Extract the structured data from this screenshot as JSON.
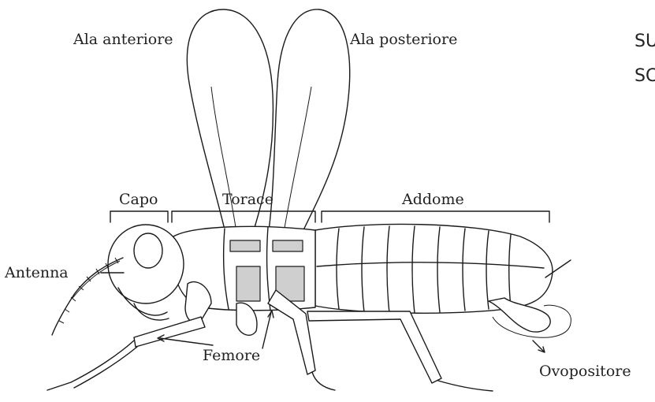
{
  "labels": {
    "ala_anteriore": "Ala anteriore",
    "ala_posteriore": "Ala posteriore",
    "capo": "Capo",
    "torace": "Torace",
    "addome": "Addome",
    "antenna": "Antenna",
    "femore": "Femore",
    "ovopositore": "Ovopositore"
  },
  "side_text": {
    "line1": "SU",
    "line2": "SC"
  }
}
